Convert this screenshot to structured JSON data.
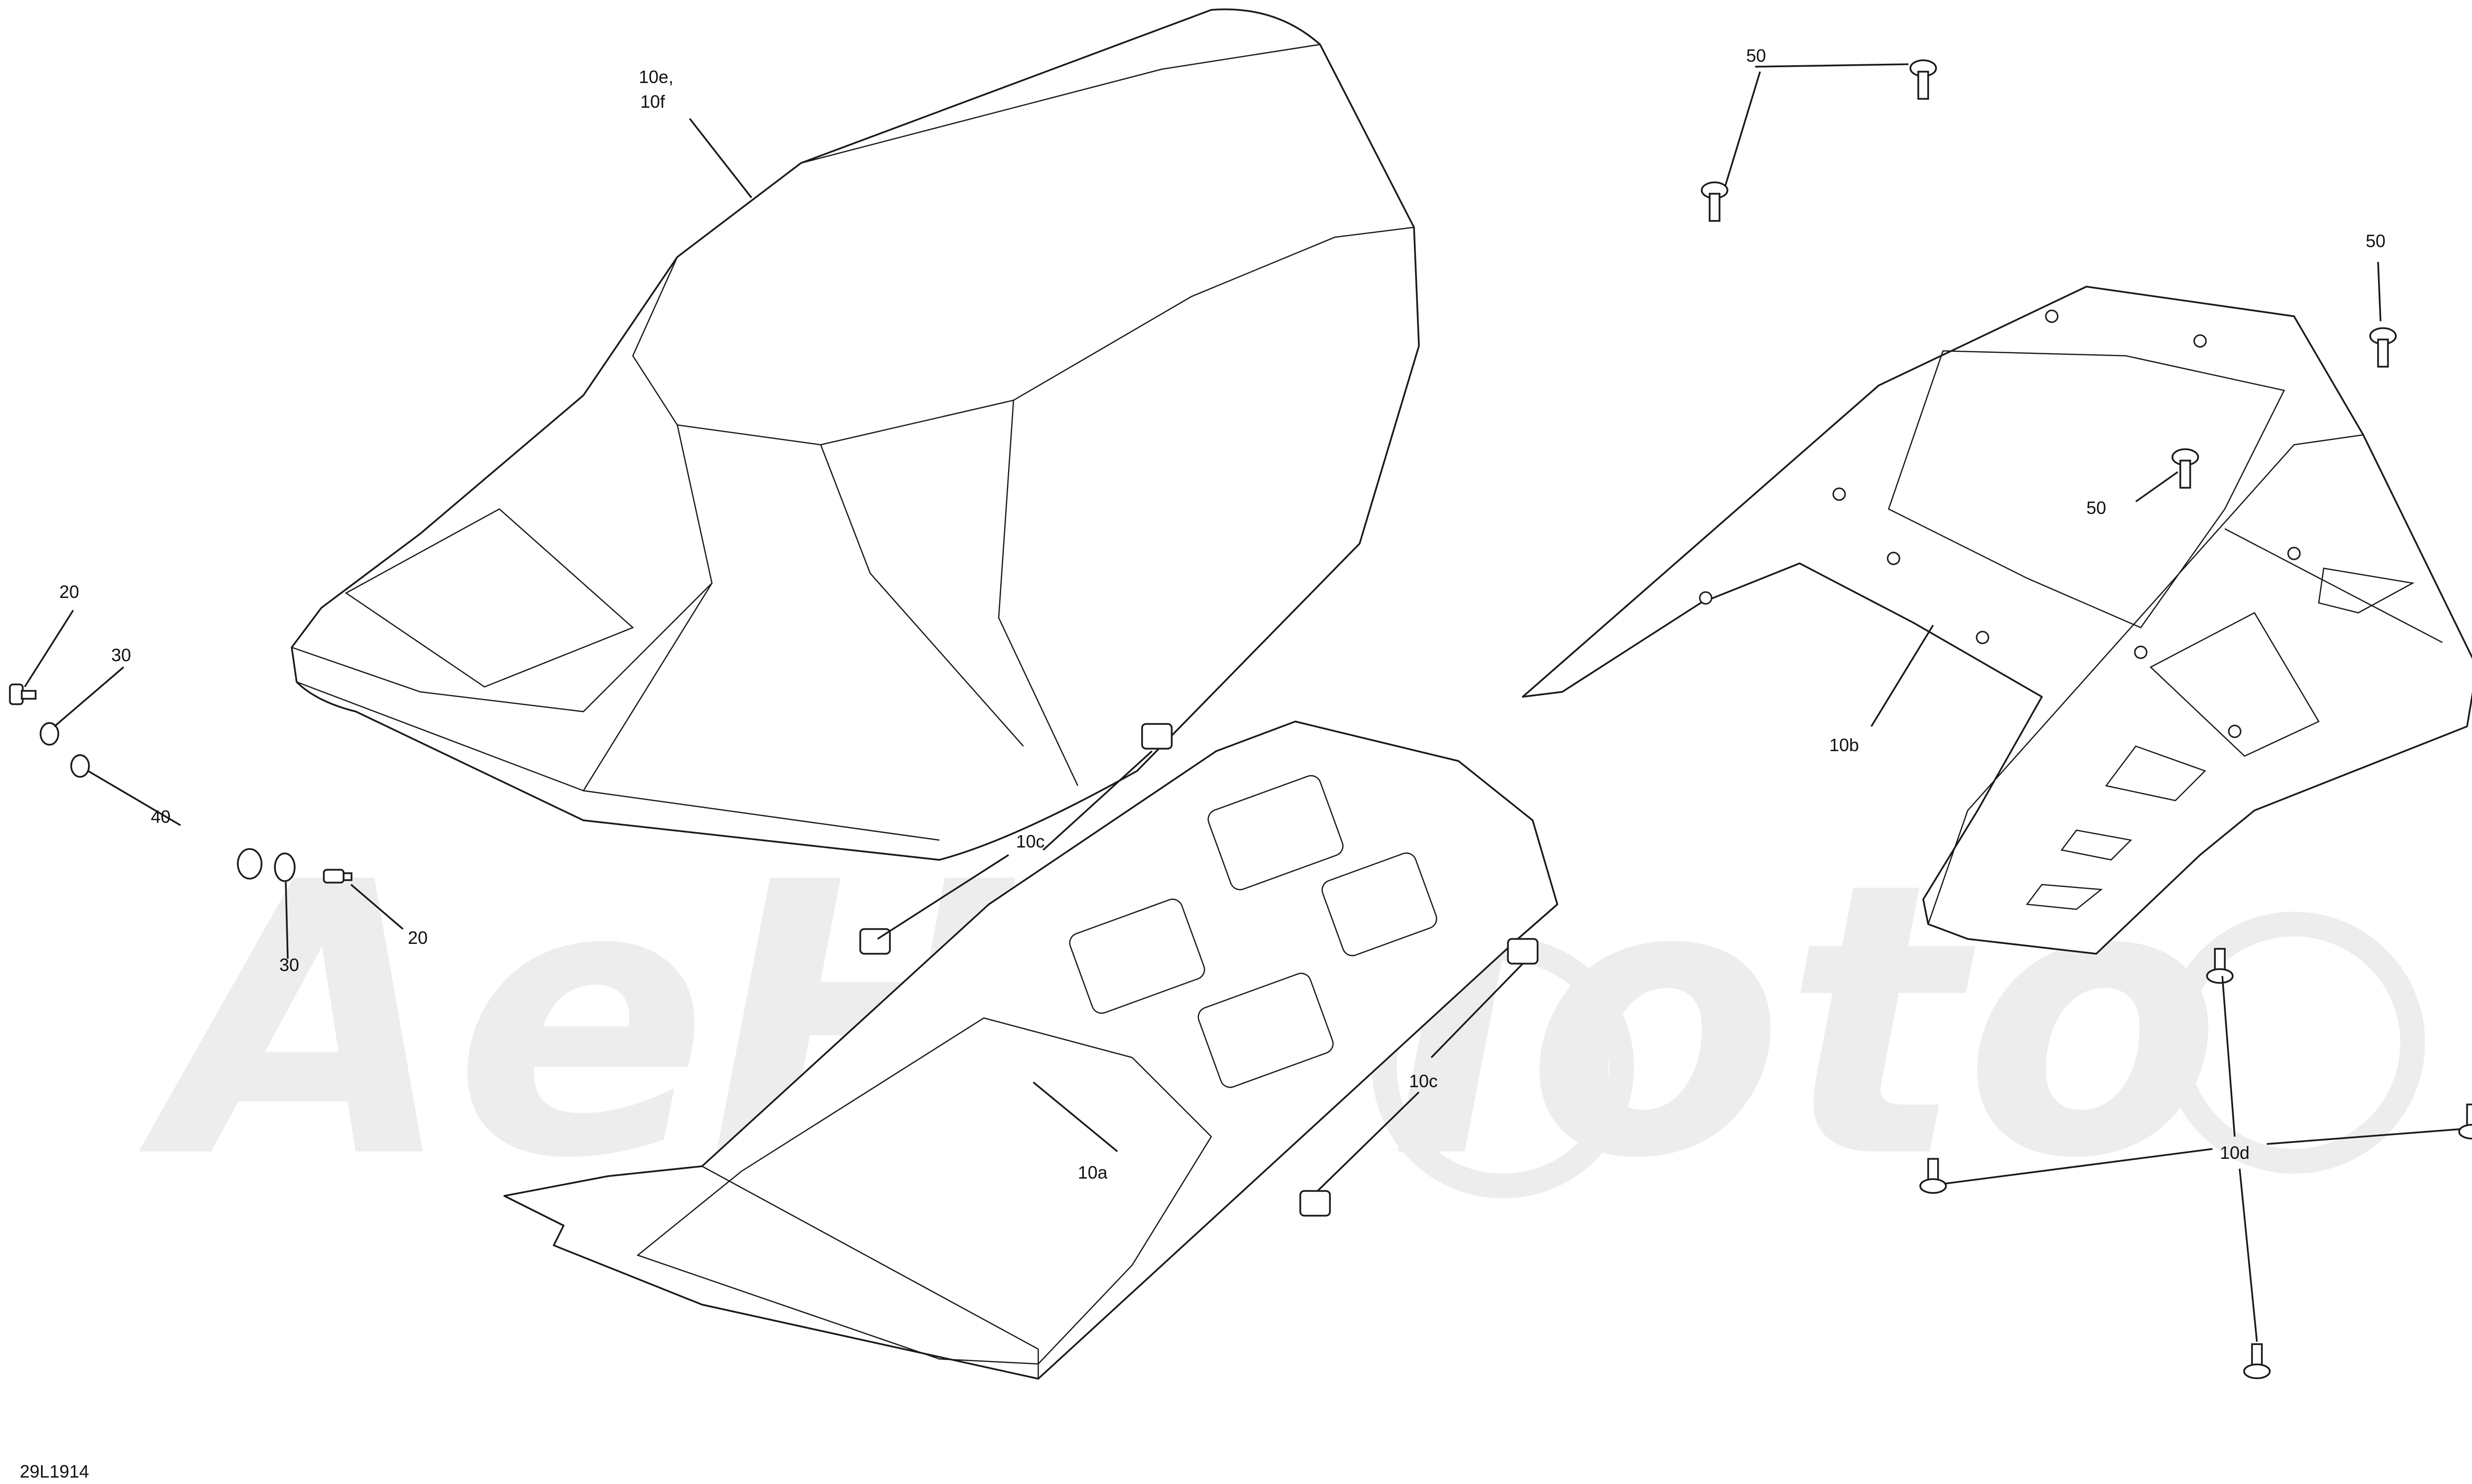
{
  "drawing_id": "29L1914",
  "watermark": {
    "text": "AeHiMoto",
    "color": "#ededed"
  },
  "colors": {
    "line": "#1a1a1a",
    "background": "#ffffff",
    "watermark": "#ededed"
  },
  "callouts": {
    "seat": "10e,",
    "seat_alt": "10f",
    "pan": "10a",
    "rack": "10b",
    "clip_top": "10c",
    "clip_bottom": "10c",
    "rivet": "10d",
    "screw_left_top": "20",
    "screw_left_bottom": "20",
    "washer_small_top": "30",
    "washer_small_bottom": "30",
    "washer_large": "40",
    "bolt_top": "50",
    "bolt_right": "50",
    "bolt_rack": "50"
  }
}
